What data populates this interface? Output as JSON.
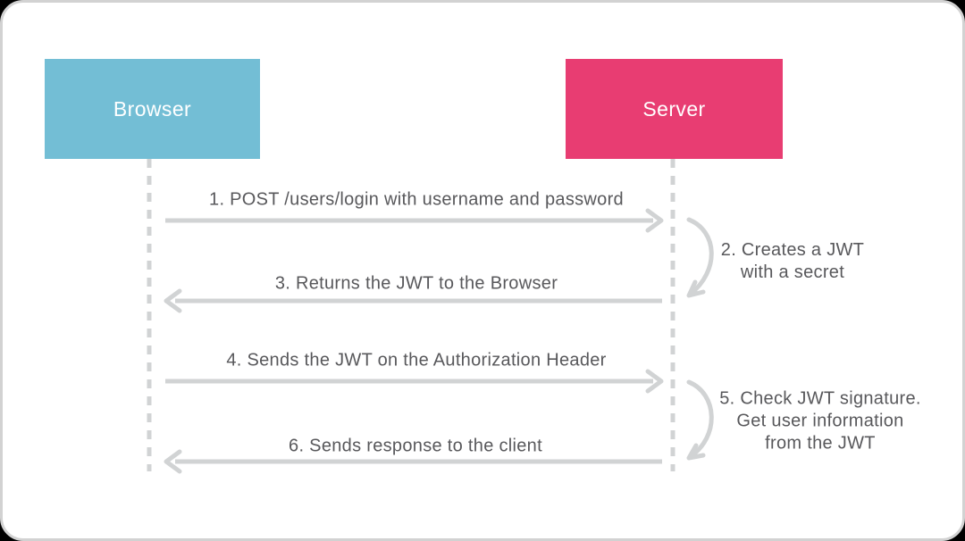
{
  "colors": {
    "page_background": "#000000",
    "card_background": "#ffffff",
    "card_border": "#d2d2d2",
    "browser_box": "#73bed5",
    "server_box": "#e83d72",
    "actor_label_text": "#ffffff",
    "message_text": "#58585b",
    "line_stroke": "#d1d3d4"
  },
  "actors": [
    {
      "name": "Browser"
    },
    {
      "name": "Server"
    }
  ],
  "messages": [
    {
      "label": "1. POST /users/login with username and password",
      "from": "Browser",
      "to": "Server",
      "kind": "arrow-right"
    },
    {
      "lines": [
        "2. Creates a JWT",
        "with a secret"
      ],
      "actor": "Server",
      "kind": "self-call"
    },
    {
      "label": "3. Returns the JWT to the Browser",
      "from": "Server",
      "to": "Browser",
      "kind": "arrow-left"
    },
    {
      "label": "4. Sends the JWT on the Authorization Header",
      "from": "Browser",
      "to": "Server",
      "kind": "arrow-right"
    },
    {
      "lines": [
        "5. Check JWT signature.",
        "Get user information",
        "from the JWT"
      ],
      "actor": "Server",
      "kind": "self-call"
    },
    {
      "label": "6. Sends response to the client",
      "from": "Server",
      "to": "Browser",
      "kind": "arrow-left"
    }
  ]
}
